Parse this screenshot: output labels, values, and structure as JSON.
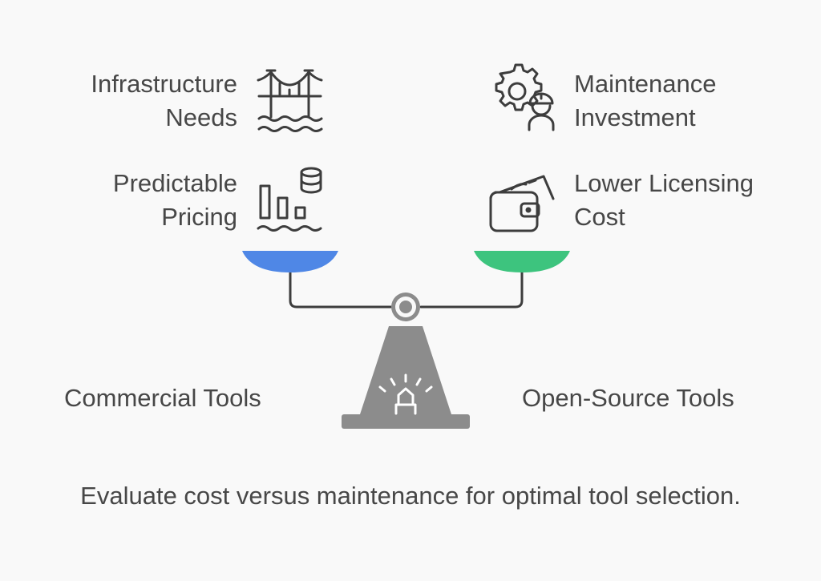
{
  "diagram": {
    "left_side": {
      "title": "Commercial Tools",
      "pan_color": "#4f87e6",
      "items": [
        {
          "label": "Infrastructure\nNeeds",
          "icon": "bridge-icon"
        },
        {
          "label": "Predictable\nPricing",
          "icon": "bar-chart-coins-icon"
        }
      ]
    },
    "right_side": {
      "title": "Open-Source Tools",
      "pan_color": "#3dc47e",
      "items": [
        {
          "label": "Maintenance\nInvestment",
          "icon": "gear-worker-icon"
        },
        {
          "label": "Lower Licensing\nCost",
          "icon": "wallet-icon"
        }
      ]
    },
    "caption": "Evaluate cost versus maintenance for optimal tool selection.",
    "colors": {
      "beam": "#3d3d3d",
      "stand": "#8c8c8c",
      "background": "#f9f9f9"
    }
  }
}
